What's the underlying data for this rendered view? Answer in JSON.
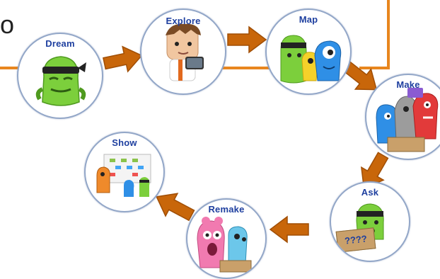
{
  "cut_text": "o",
  "steps": [
    {
      "label": "Dream"
    },
    {
      "label": "Explore"
    },
    {
      "label": "Map"
    },
    {
      "label": "Make"
    },
    {
      "label": "Ask",
      "box_text": "????"
    },
    {
      "label": "Remake"
    },
    {
      "label": "Show"
    }
  ],
  "colors": {
    "path": "#e8861e",
    "arrow": "#c8660a",
    "ring": "#93a7c8",
    "label": "#1e3f9f"
  }
}
